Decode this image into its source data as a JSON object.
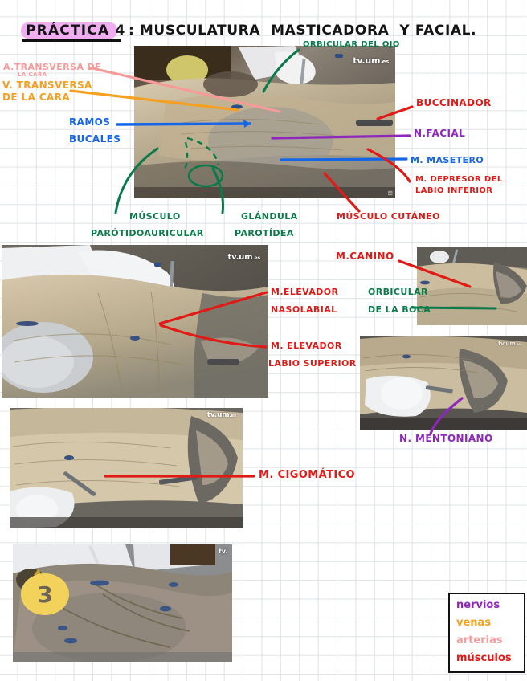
{
  "page": {
    "title_highlight": "PRÁCTICA 4",
    "title_rest": ": MUSCULATURA  MASTICADORA  Y FACIAL.",
    "colors": {
      "red": "#e01b17",
      "green": "#0b7a4b",
      "blue": "#1565e8",
      "purple": "#8e28ba",
      "orange": "#f5a021",
      "pink": "#f79a9a",
      "highlight": "#eeaef0",
      "grid": "#dfe3e6"
    }
  },
  "labels": {
    "arteria_transversa": "A.TRANSVERSA DE",
    "arteria_transversa_2": "LA CARA",
    "vena_transversa": "V. TRANSVERSA",
    "vena_transversa_2": "DE LA CARA",
    "ramos": "RAMOS",
    "bucales": "BUCALES",
    "orbicular_ojo": "ORBICULAR DEL OJO",
    "buccinador": "BUCCINADOR",
    "nervio_facial": "N.FACIAL",
    "masetero": "M. MASETERO",
    "depresor_1": "M. DEPRESOR DEL",
    "depresor_2": "LABIO INFERIOR",
    "musculo_1": "MÚSCULO",
    "parotidoauricular": "PARÓTIDOAURICULAR",
    "glandula": "GLÁNDULA",
    "parotidea": "PAROTÍDEA",
    "musculo_cutaneo": "MÚSCULO CUTÁNEO",
    "canino": "M.CANINO",
    "elevador_naso_1": "M.ELEVADOR",
    "elevador_naso_2": "NASOLABIAL",
    "orbicular_boca_1": "ORBICULAR",
    "orbicular_boca_2": "DE LA BOCA",
    "elevador_labio_1": "M. ELEVADOR",
    "elevador_labio_2": "LABIO SUPERIOR",
    "mentoniano": "N. MENTONIANO",
    "cigomatico": "M. CIGOMÁTICO"
  },
  "photos": [
    {
      "name": "photo-lateral-head-overview",
      "watermark": "tv.um",
      "watermark_suffix": ".es"
    },
    {
      "name": "photo-nasolabial-dissection",
      "watermark": "tv.um",
      "watermark_suffix": ".es"
    },
    {
      "name": "photo-canine-muscle-closeup",
      "watermark": "",
      "watermark_suffix": ""
    },
    {
      "name": "photo-mental-nerve",
      "watermark": "tv.um",
      "watermark_suffix": ".es"
    },
    {
      "name": "photo-zygomatic-muscle",
      "watermark": "tv.um",
      "watermark_suffix": ".es"
    },
    {
      "name": "photo-specimen-tag",
      "watermark": "tv.",
      "watermark_suffix": ""
    }
  ],
  "specimen_tag": {
    "number": "3"
  },
  "legend": {
    "items": [
      {
        "text": "nervios",
        "color": "#8e28ba"
      },
      {
        "text": "venas",
        "color": "#f5a021"
      },
      {
        "text": "arterias",
        "color": "#f79a9a"
      },
      {
        "text": "músculos",
        "color": "#e01b17"
      }
    ]
  }
}
